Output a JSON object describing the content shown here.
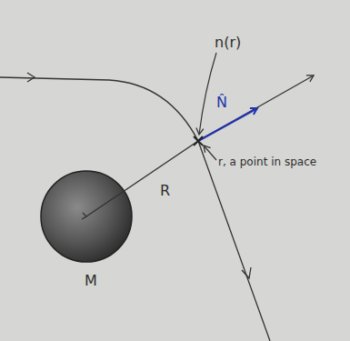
{
  "diagram": {
    "labels": [
      "n(r)",
      "N̂",
      "r, a point in space",
      "R",
      "M"
    ]
  }
}
